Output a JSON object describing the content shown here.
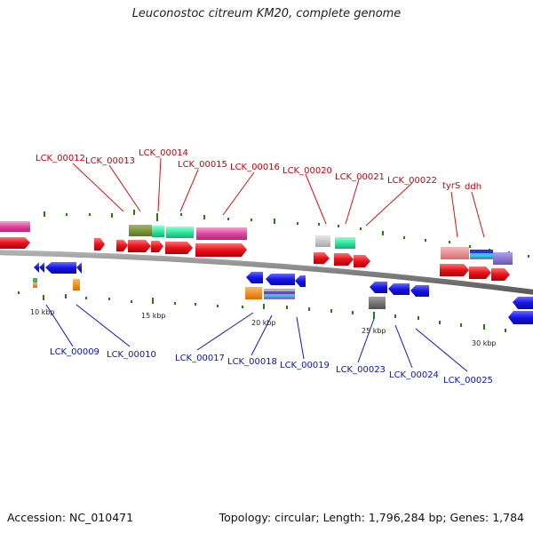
{
  "header": {
    "title": "Leuconostoc citreum KM20, complete genome"
  },
  "footer": {
    "accession": "Accession: NC_010471",
    "summary": "Topology: circular; Length: 1,796,284 bp; Genes: 1,784"
  },
  "colors": {
    "backbone": "#808080",
    "forward_gene": "#e8121a",
    "reverse_gene": "#1414e6",
    "label_top": "#c8000a",
    "label_bottom": "#0a14b4",
    "tick": "#2a7a14",
    "cog_magenta": "#e0489e",
    "cog_olive": "#6e8a2a",
    "cog_teal": "#30e8a0",
    "cog_grey": "#bbbbbb",
    "cog_salmon": "#e88484",
    "cog_cyan_stack": "#20d0e0",
    "cog_lavender": "#8472c8",
    "cog_orange": "#f08a10",
    "cog_dark_grey": "#6a6a6a"
  },
  "scale_labels": [
    "10 kbp",
    "15 kbp",
    "20 kbp",
    "25 kbp",
    "30 kbp"
  ],
  "top_labels": [
    "LCK_00012",
    "LCK_00013",
    "LCK_00014",
    "LCK_00015",
    "LCK_00016",
    "LCK_00020",
    "LCK_00021",
    "LCK_00022",
    "tyrS",
    "ddh"
  ],
  "bottom_labels": [
    "LCK_00009",
    "LCK_00010",
    "LCK_00017",
    "LCK_00018",
    "LCK_00019",
    "LCK_00023",
    "LCK_00024",
    "LCK_00025"
  ]
}
